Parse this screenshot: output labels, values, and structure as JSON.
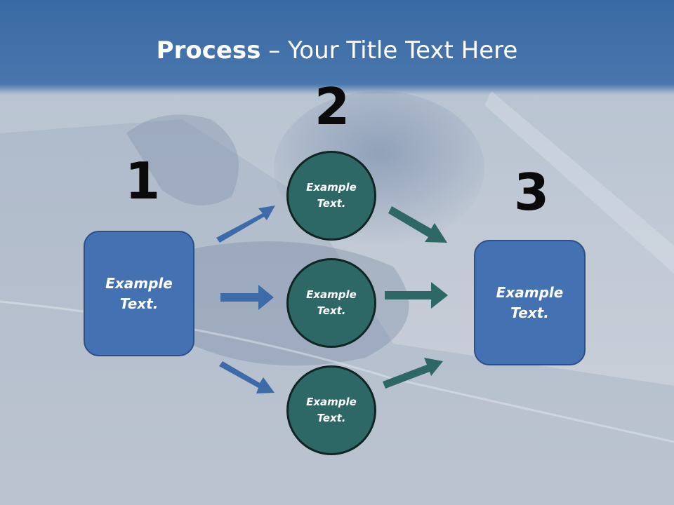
{
  "slide": {
    "title_bold": "Process",
    "title_sep": " – ",
    "title_rest": "Your Title Text Here"
  },
  "steps": {
    "n1": "1",
    "n2": "2",
    "n3": "3"
  },
  "left_box": {
    "line1": "Example",
    "line2": "Text."
  },
  "right_box": {
    "line1": "Example",
    "line2": "Text."
  },
  "circles": [
    {
      "line1": "Example",
      "line2": "Text."
    },
    {
      "line1": "Example",
      "line2": "Text."
    },
    {
      "line1": "Example",
      "line2": "Text."
    }
  ],
  "colors": {
    "box_fill": "#4471b2",
    "circle_fill": "#2e6866",
    "arrow_blue": "#3d6aa8",
    "arrow_teal": "#2d6866"
  }
}
